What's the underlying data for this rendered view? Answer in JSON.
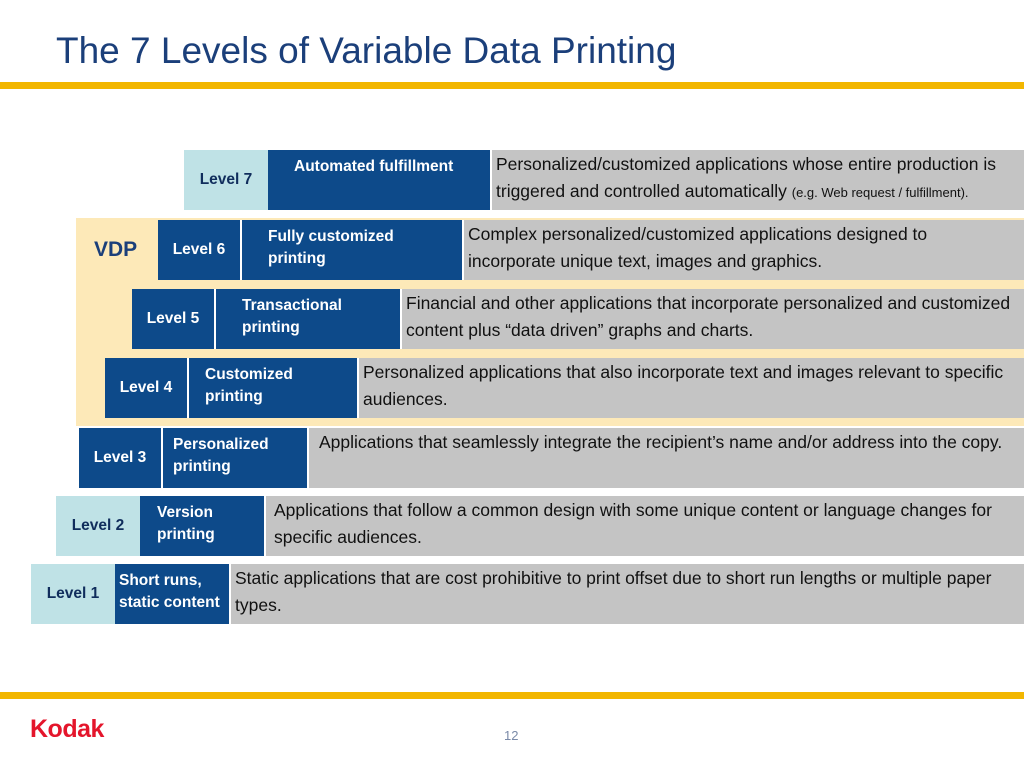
{
  "title": "The 7 Levels of Variable Data Printing",
  "vdp_label": "VDP",
  "levels": [
    {
      "level": "Level 7",
      "name": "Automated fulfillment",
      "description": "Personalized/customized applications whose entire production is triggered and controlled automatically",
      "note": "(e.g. Web request / fulfillment)."
    },
    {
      "level": "Level 6",
      "name": "Fully customized printing",
      "description": "Complex personalized/customized applications designed to incorporate unique text, images and graphics."
    },
    {
      "level": "Level 5",
      "name": "Transactional printing",
      "description": "Financial and other applications that incorporate personalized and customized content plus “data driven” graphs and charts."
    },
    {
      "level": "Level 4",
      "name": "Customized printing",
      "description": "Personalized applications that also incorporate text and images relevant to specific audiences."
    },
    {
      "level": "Level 3",
      "name": "Personalized printing",
      "description": "Applications that seamlessly integrate the recipient’s name and/or address into the copy."
    },
    {
      "level": "Level 2",
      "name": "Version printing",
      "description": "Applications that follow a common design with some unique content or language changes for specific audiences."
    },
    {
      "level": "Level 1",
      "name": "Short runs, static content",
      "description": "Static applications that are cost prohibitive to print offset due to short run lengths or multiple paper types."
    }
  ],
  "logo": "Kodak",
  "page_number": "12",
  "colors": {
    "title": "#1b3f7a",
    "accent_bar": "#f2b600",
    "vdp_band": "#fde9b8",
    "level_light": "#bfe2e6",
    "level_dark": "#0d4a8a",
    "description_bg": "#c4c4c4",
    "logo": "#e4152b"
  }
}
